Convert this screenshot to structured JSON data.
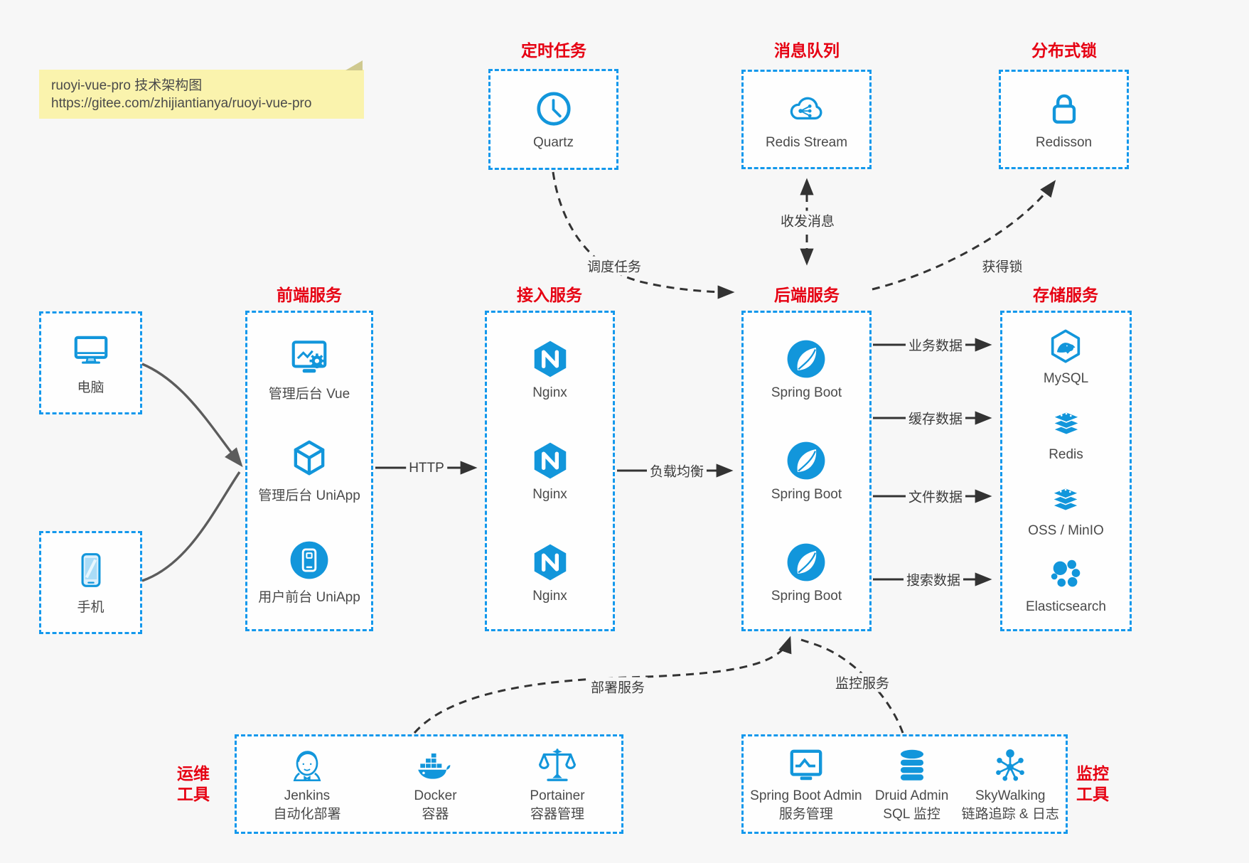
{
  "colors": {
    "accent_blue": "#1296db",
    "border_blue": "#1398ec",
    "title_red": "#e60012",
    "canvas_bg": "#f7f7f7",
    "note_bg": "#faf3ad"
  },
  "note": {
    "line1": "ruoyi-vue-pro 技术架构图",
    "line2": "https://gitee.com/zhijiantianya/ruoyi-vue-pro"
  },
  "top_groups": [
    {
      "title": "定时任务",
      "item": {
        "icon": "clock-icon",
        "label": "Quartz"
      }
    },
    {
      "title": "消息队列",
      "item": {
        "icon": "cloud-share-icon",
        "label": "Redis Stream"
      }
    },
    {
      "title": "分布式锁",
      "item": {
        "icon": "lock-icon",
        "label": "Redisson"
      }
    }
  ],
  "clients": [
    {
      "icon": "desktop-icon",
      "label": "电脑"
    },
    {
      "icon": "smartphone-icon",
      "label": "手机"
    }
  ],
  "columns": [
    {
      "title": "前端服务",
      "items": [
        {
          "icon": "admin-vue-icon",
          "label": "管理后台 Vue"
        },
        {
          "icon": "uniapp-cube-icon",
          "label": "管理后台 UniApp"
        },
        {
          "icon": "user-app-icon",
          "label": "用户前台 UniApp"
        }
      ]
    },
    {
      "title": "接入服务",
      "items": [
        {
          "icon": "nginx-icon",
          "label": "Nginx"
        },
        {
          "icon": "nginx-icon",
          "label": "Nginx"
        },
        {
          "icon": "nginx-icon",
          "label": "Nginx"
        }
      ]
    },
    {
      "title": "后端服务",
      "items": [
        {
          "icon": "spring-boot-icon",
          "label": "Spring Boot"
        },
        {
          "icon": "spring-boot-icon",
          "label": "Spring Boot"
        },
        {
          "icon": "spring-boot-icon",
          "label": "Spring Boot"
        }
      ]
    },
    {
      "title": "存储服务",
      "items": [
        {
          "icon": "mysql-icon",
          "label": "MySQL"
        },
        {
          "icon": "redis-icon",
          "label": "Redis"
        },
        {
          "icon": "storage-stack-icon",
          "label": "OSS / MinIO"
        },
        {
          "icon": "elasticsearch-icon",
          "label": "Elasticsearch"
        }
      ]
    }
  ],
  "bottom_groups": [
    {
      "side_label": "运维\n工具",
      "items": [
        {
          "icon": "jenkins-icon",
          "name": "Jenkins",
          "desc": "自动化部署"
        },
        {
          "icon": "docker-icon",
          "name": "Docker",
          "desc": "容器"
        },
        {
          "icon": "portainer-icon",
          "name": "Portainer",
          "desc": "容器管理"
        }
      ]
    },
    {
      "side_label": "监控\n工具",
      "items": [
        {
          "icon": "spring-boot-admin-icon",
          "name": "Spring Boot Admin",
          "desc": "服务管理"
        },
        {
          "icon": "druid-icon",
          "name": "Druid Admin",
          "desc": "SQL 监控"
        },
        {
          "icon": "skywalking-icon",
          "name": "SkyWalking",
          "desc": "链路追踪 & 日志"
        }
      ]
    }
  ],
  "edges": {
    "http": "HTTP",
    "load_balance": "负载均衡",
    "business_data": "业务数据",
    "cache_data": "缓存数据",
    "file_data": "文件数据",
    "search_data": "搜索数据",
    "schedule_task": "调度任务",
    "send_receive_message": "收发消息",
    "acquire_lock": "获得锁",
    "deploy_service": "部署服务",
    "monitor_service": "监控服务"
  }
}
